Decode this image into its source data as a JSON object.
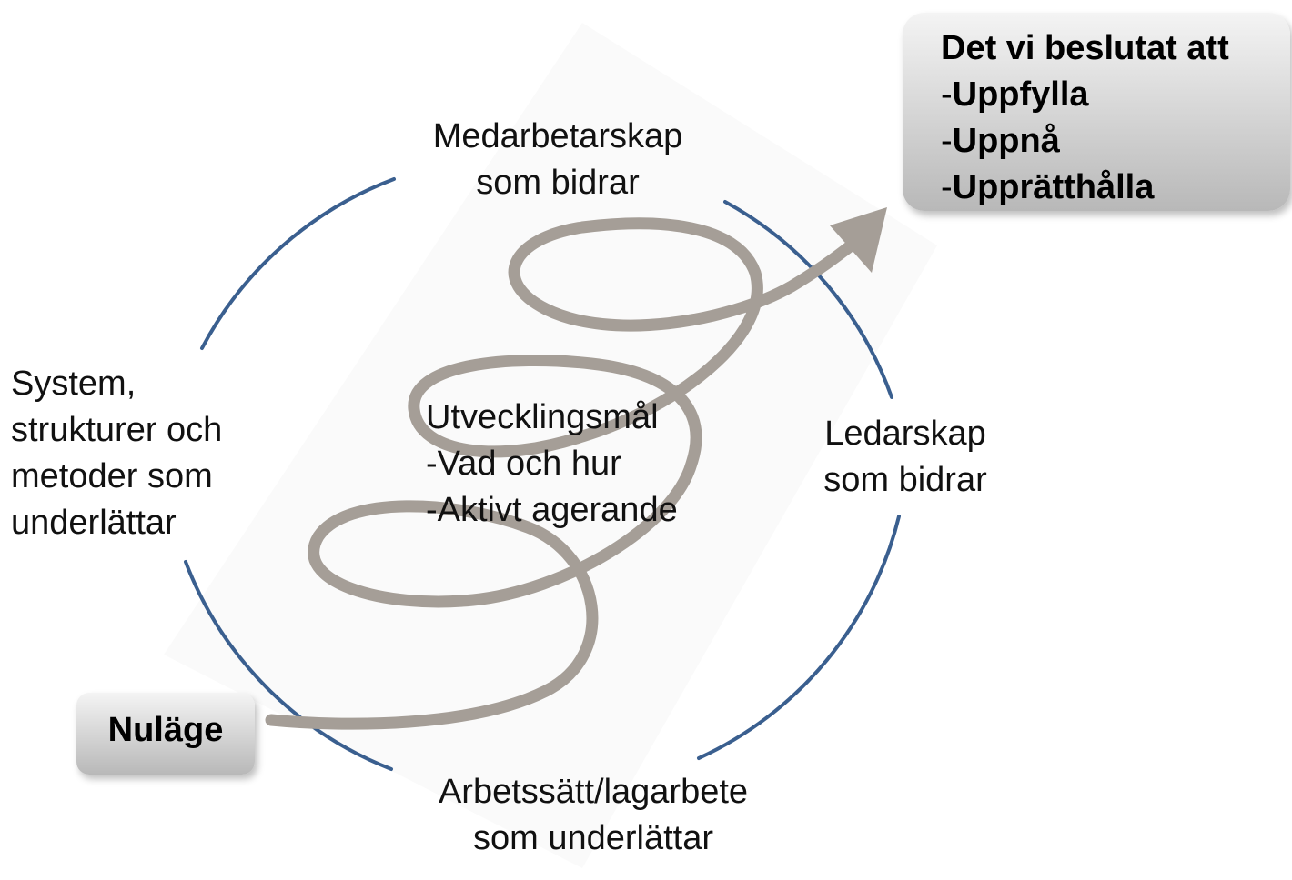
{
  "goal": {
    "title": "Det vi beslutat att",
    "items": [
      "Uppfylla",
      "Uppnå",
      "Upprätthålla"
    ]
  },
  "top_label": {
    "line1": "Medarbetarskap",
    "line2": "som bidrar"
  },
  "left_label": {
    "line1": "System,",
    "line2": "strukturer och",
    "line3": "metoder som",
    "line4": "underlättar"
  },
  "right_label": {
    "line1": "Ledarskap",
    "line2": "som bidrar"
  },
  "bottom_label": {
    "line1": "Arbetssätt/lagarbete",
    "line2": "som underlättar"
  },
  "center": {
    "title": "Utvecklingsmål",
    "items": [
      "Vad och hur",
      "Aktivt agerande"
    ]
  },
  "current_state": "Nuläge",
  "colors": {
    "circle": "#3a5f8f",
    "spiral": "#a59e97",
    "box_top": "#f4f4f4",
    "box_bottom": "#b8b8b8"
  }
}
